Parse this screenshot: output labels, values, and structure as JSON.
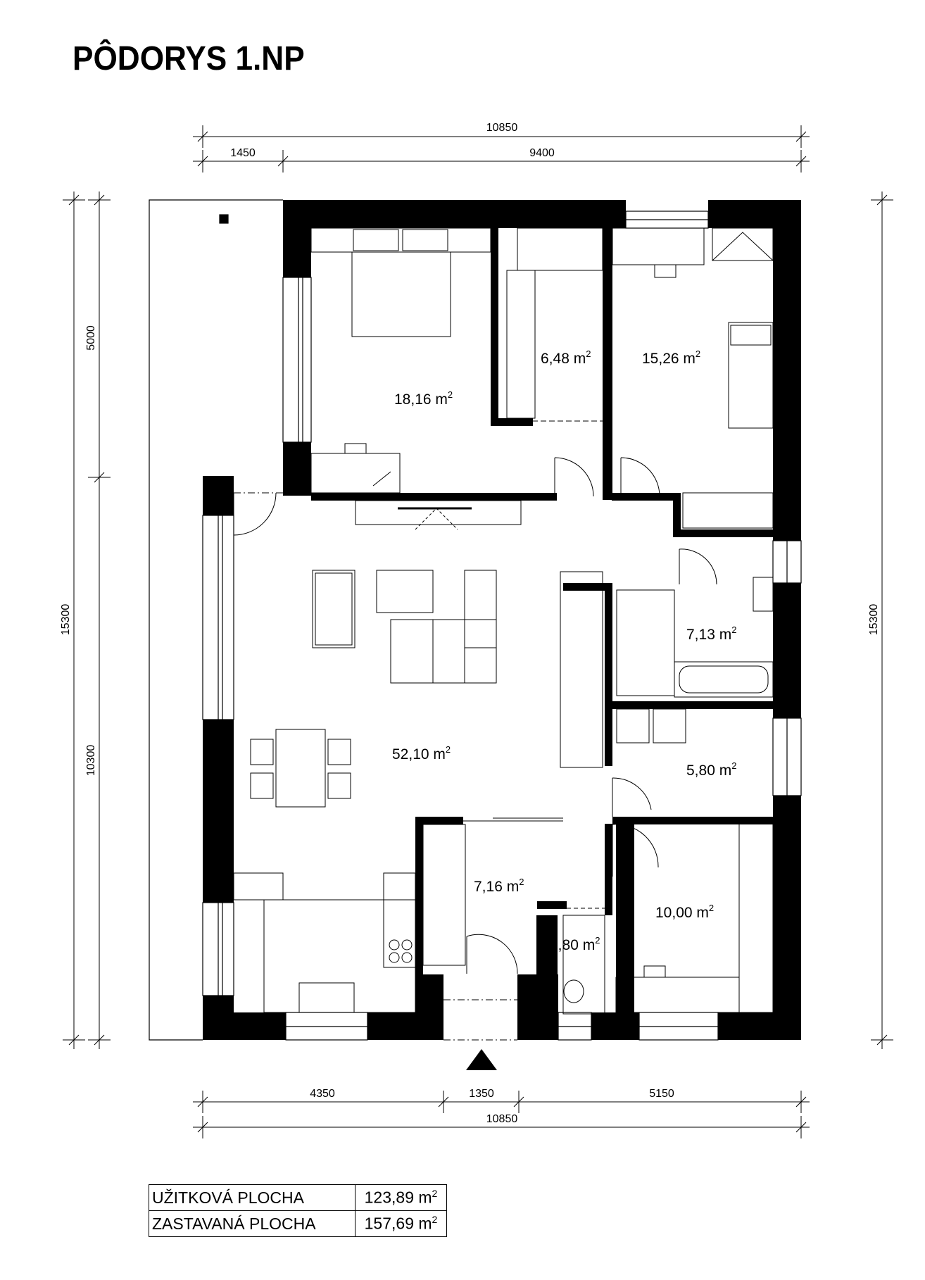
{
  "title": "PÔDORYS 1.NP",
  "dimensions": {
    "top_total": "10850",
    "top_left": "1450",
    "top_right": "9400",
    "left_total": "15300",
    "left_upper": "5000",
    "left_lower": "10300",
    "right_total": "15300",
    "bottom_left": "4350",
    "bottom_mid": "1350",
    "bottom_right": "5150",
    "bottom_total": "10850"
  },
  "rooms": {
    "bedroom": "18,16 m",
    "wardrobe": "6,48 m",
    "room_ne": "15,26 m",
    "bathroom": "7,13 m",
    "living": "52,10 m",
    "utility": "5,80 m",
    "hall": "7,16 m",
    "wc": "1,80 m",
    "room_se": "10,00 m"
  },
  "unit_superscript": "2",
  "summary": {
    "rows": [
      {
        "label": "UŽITKOVÁ PLOCHA",
        "value": "123,89 m"
      },
      {
        "label": "ZASTAVANÁ PLOCHA",
        "value": "157,69 m"
      }
    ]
  },
  "colors": {
    "wall": "#000000",
    "line": "#000000",
    "background": "#ffffff"
  }
}
